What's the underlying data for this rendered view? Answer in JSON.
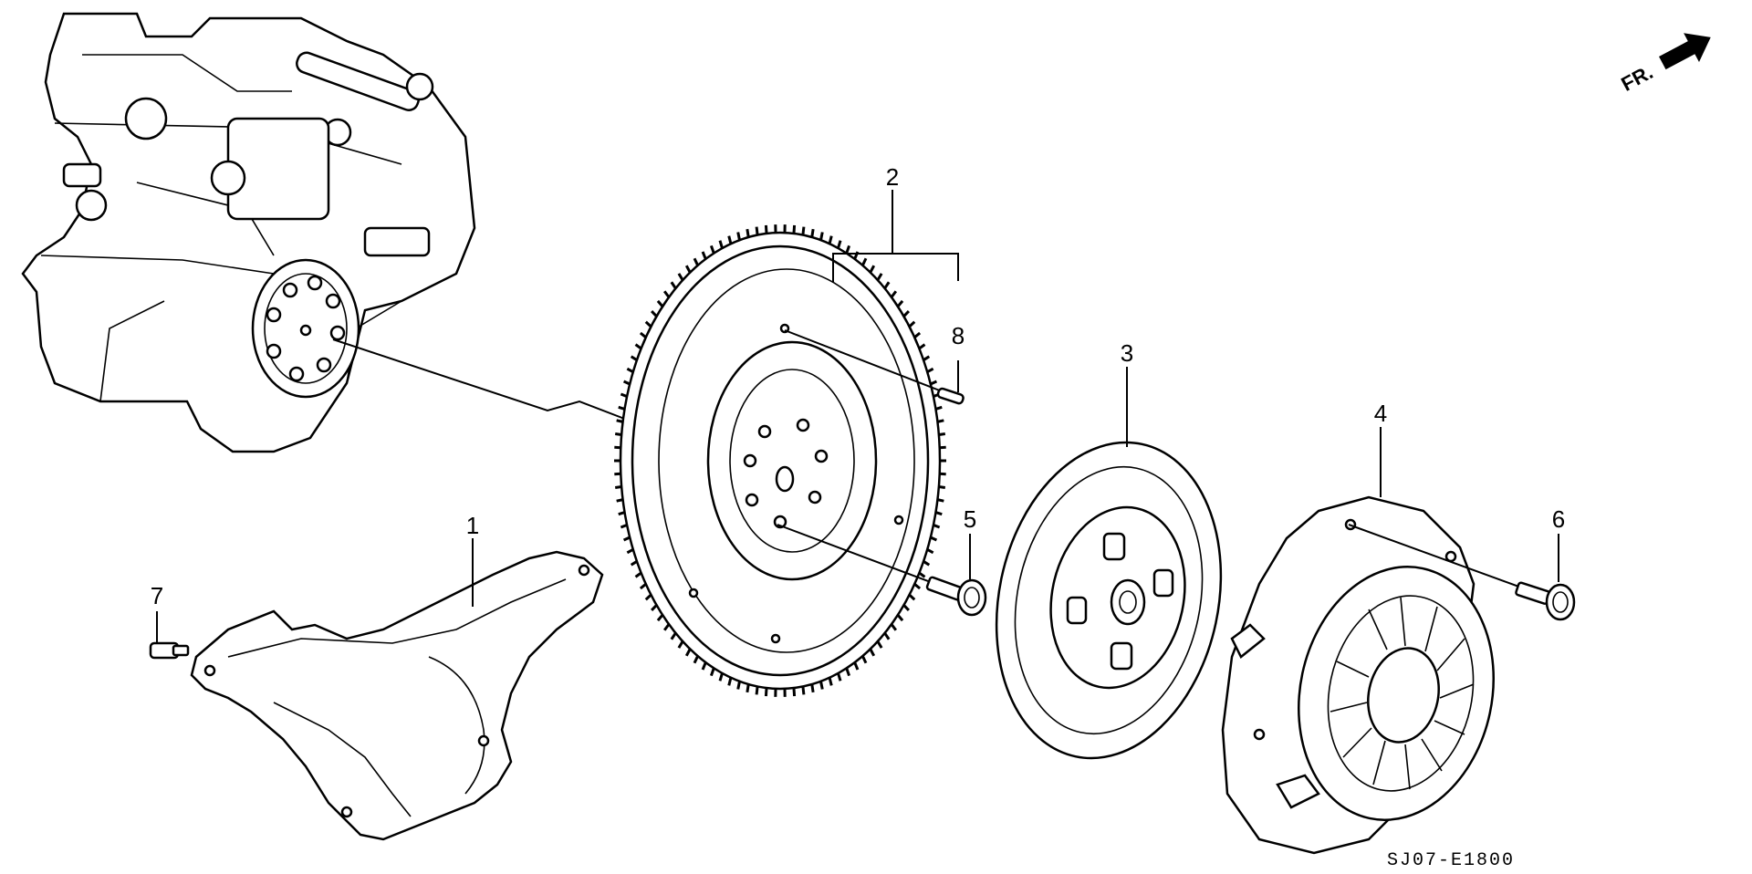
{
  "diagram": {
    "direction_label": "FR.",
    "diagram_code": "SJ07-E1800",
    "callouts": [
      {
        "id": "c1",
        "label": "1"
      },
      {
        "id": "c2",
        "label": "2"
      },
      {
        "id": "c3",
        "label": "3"
      },
      {
        "id": "c4",
        "label": "4"
      },
      {
        "id": "c5",
        "label": "5"
      },
      {
        "id": "c6",
        "label": "6"
      },
      {
        "id": "c7",
        "label": "7"
      },
      {
        "id": "c8",
        "label": "8"
      }
    ]
  }
}
